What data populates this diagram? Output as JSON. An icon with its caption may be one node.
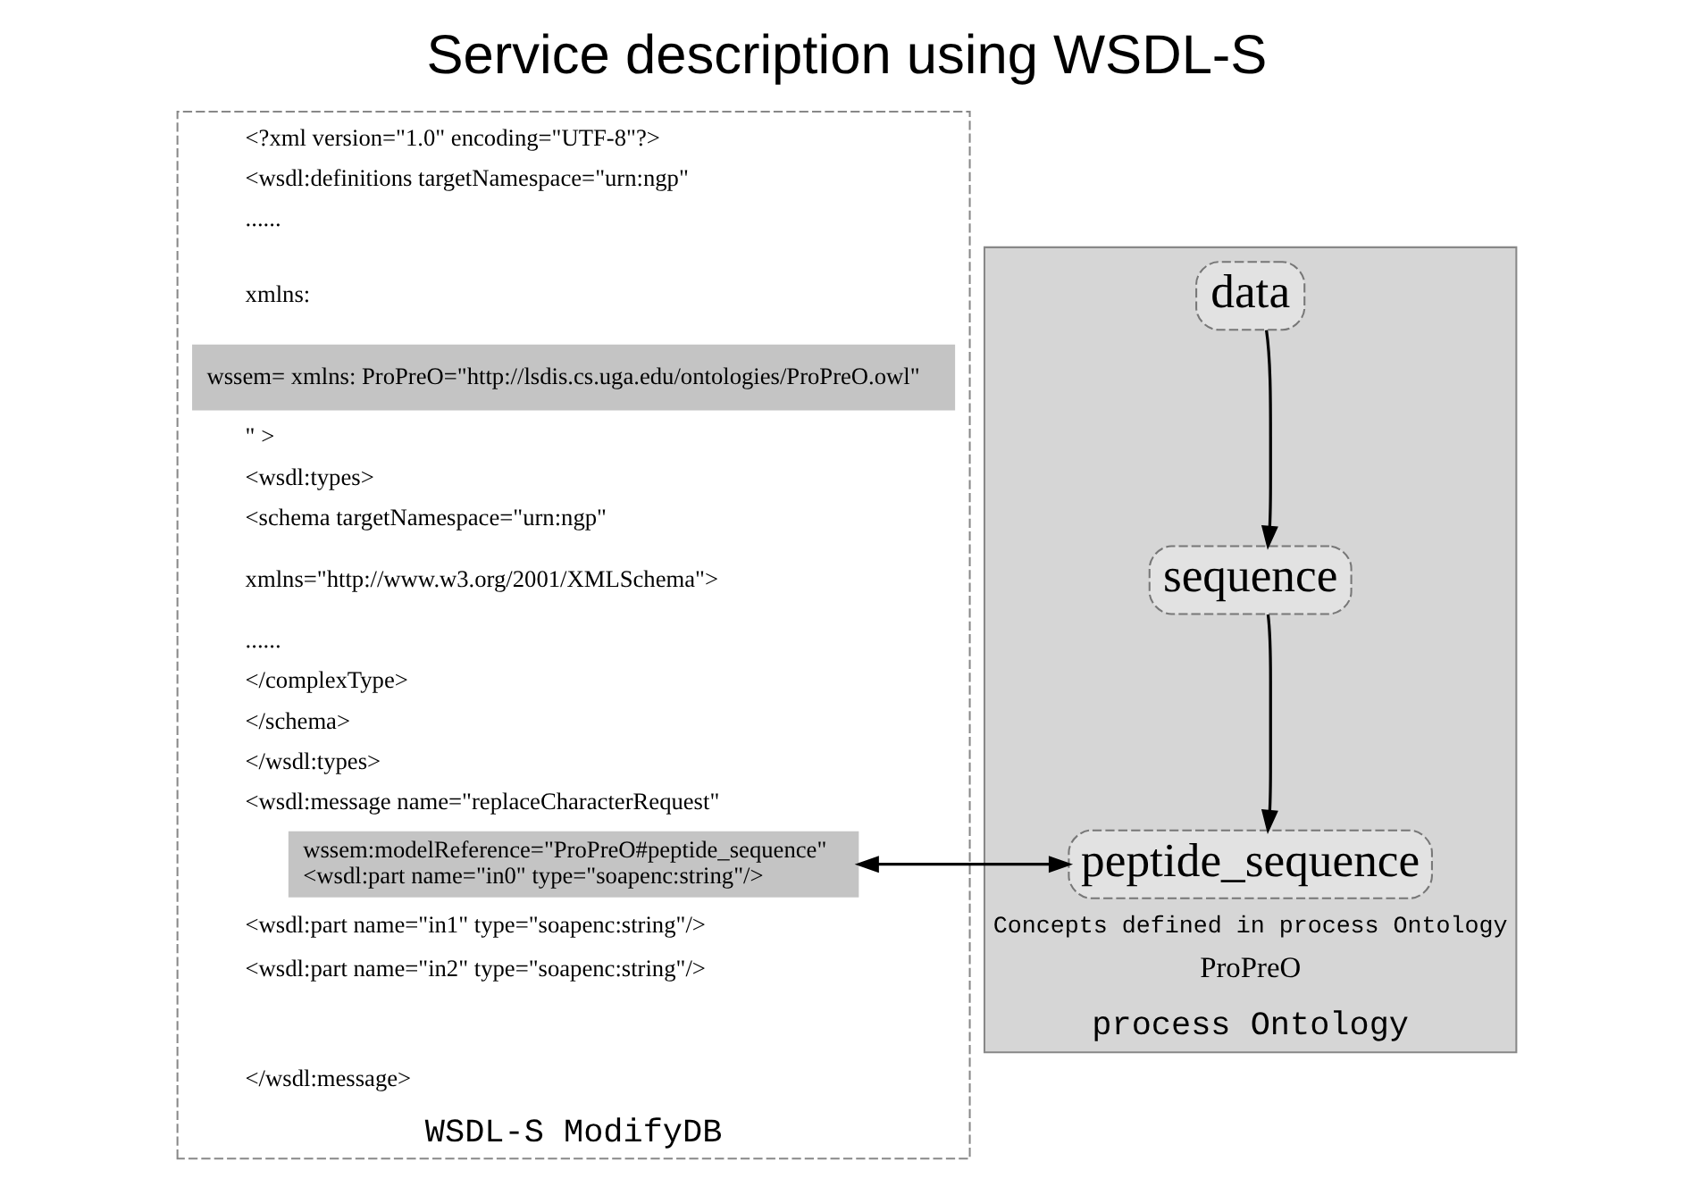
{
  "diagram": {
    "title": "Service description using WSDL-S",
    "nodes": [
      {
        "text": [
          "WSDL-S ModifyDB"
        ]
      },
      {
        "text": [
          "wssem= xmlns: ProPreO=\"http://lsdis.cs.uga.edu/ontologies/ProPreO.owl\""
        ],
        "in": 0
      },
      {
        "text": [
          "wssem:modelReference=\"ProPreO#peptide_sequence\"",
          "<wsdl:part name=\"in0\" type=\"soapenc:string\"/>"
        ],
        "in": 0
      },
      {
        "text": [
          "process Ontology"
        ]
      },
      {
        "text": [
          "data"
        ],
        "in": 3
      },
      {
        "text": [
          "sequence"
        ],
        "in": 3
      },
      {
        "text": [
          "peptide_sequence"
        ],
        "in": 3
      }
    ],
    "edges": [
      {
        "from": 4,
        "to": 5,
        "arrow": "to"
      },
      {
        "from": 5,
        "to": 6,
        "arrow": "to"
      },
      {
        "from": 2,
        "to": 6,
        "arrow": "both"
      }
    ],
    "labels": [
      "<?xml version=\"1.0\" encoding=\"UTF-8\"?>",
      "<wsdl:definitions targetNamespace=\"urn:ngp\"",
      "......",
      "xmlns:",
      "\" >",
      "<wsdl:types>",
      "<schema targetNamespace=\"urn:ngp\"",
      "xmlns=\"http://www.w3.org/2001/XMLSchema\">",
      "......",
      "</complexType>",
      "</schema>",
      "</wsdl:types>",
      "<wsdl:message name=\"replaceCharacterRequest\"",
      "<wsdl:part name=\"in1\" type=\"soapenc:string\"/>",
      "<wsdl:part name=\"in2\" type=\"soapenc:string\"/>",
      "</wsdl:message>",
      "Concepts defined in process Ontology",
      "ProPreO"
    ]
  }
}
